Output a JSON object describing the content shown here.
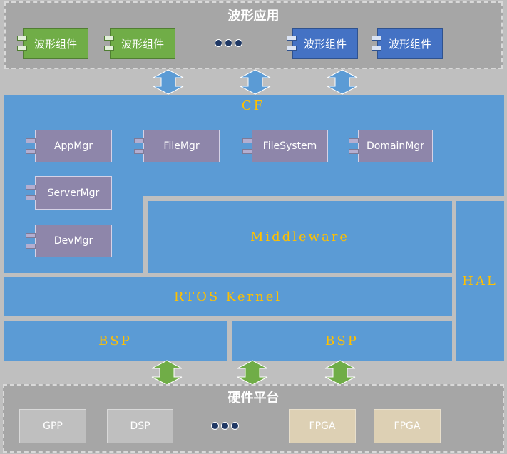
{
  "top": {
    "title": "波形应用",
    "components": [
      {
        "label": "波形组件",
        "color": "green"
      },
      {
        "label": "波形组件",
        "color": "green"
      },
      {
        "label": "波形组件",
        "color": "blue"
      },
      {
        "label": "波形组件",
        "color": "blue"
      }
    ]
  },
  "cf": {
    "title": "CF",
    "components": [
      "AppMgr",
      "FileMgr",
      "FileSystem",
      "DomainMgr",
      "ServerMgr",
      "DevMgr"
    ]
  },
  "layers": {
    "middleware": "Middleware",
    "rtos": "RTOS Kernel",
    "bsp_left": "BSP",
    "bsp_right": "BSP",
    "hal": "HAL"
  },
  "hardware": {
    "title": "硬件平台",
    "items": [
      {
        "label": "GPP",
        "style": "grey"
      },
      {
        "label": "DSP",
        "style": "grey"
      },
      {
        "label": "FPGA",
        "style": "tan"
      },
      {
        "label": "FPGA",
        "style": "tan"
      }
    ]
  },
  "colors": {
    "arrow_blue": "#5b9bd5",
    "arrow_green": "#70ad47",
    "layer_text": "#ffc000",
    "blue_area": "#5b9bd5"
  }
}
